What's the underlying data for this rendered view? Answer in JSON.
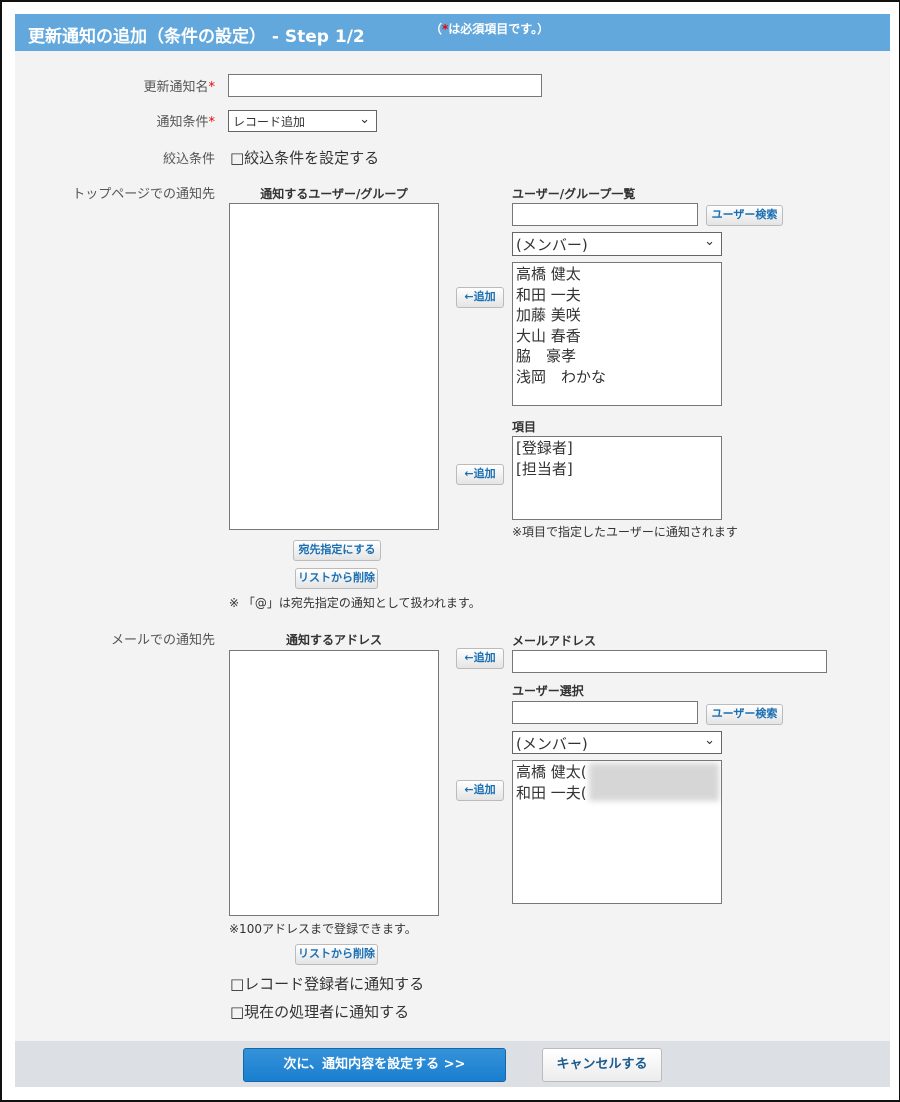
{
  "header": {
    "title": "更新通知の追加（条件の設定） - Step 1/2",
    "required_note_prefix": "（",
    "required_mark": "*",
    "required_note": "は必須項目です。）"
  },
  "form": {
    "name_label": "更新通知名",
    "name_value": "",
    "required_mark": "*",
    "condition_label": "通知条件",
    "condition_value": "レコード追加",
    "filter_label": "絞込条件",
    "filter_checkbox": "□絞込条件を設定する",
    "top": {
      "label": "トップページでの通知先",
      "selected_header": "通知するユーザー/グループ",
      "list_header": "ユーザー/グループ一覧",
      "search_button": "ユーザー検索",
      "group_select": "(メンバー)",
      "add_button": "←追加",
      "users": [
        "高橋 健太",
        "和田 一夫",
        "加藤 美咲",
        "大山 春香",
        "脇　豪孝",
        "浅岡　わかな"
      ],
      "items_header": "項目",
      "items": [
        "[登録者]",
        "[担当者]"
      ],
      "items_note": "※項目で指定したユーザーに通知されます",
      "mention_button": "宛先指定にする",
      "remove_button": "リストから削除",
      "mention_note": "※ 「@」は宛先指定の通知として扱われます。"
    },
    "mail": {
      "label": "メールでの通知先",
      "selected_header": "通知するアドレス",
      "address_header": "メールアドレス",
      "add_button": "←追加",
      "user_select_header": "ユーザー選択",
      "search_button": "ユーザー検索",
      "group_select": "(メンバー)",
      "users": [
        "高橋 健太(",
        "和田 一夫("
      ],
      "limit_note": "※100アドレスまで登録できます。",
      "remove_button": "リストから削除",
      "notify_registrant": "□レコード登録者に通知する",
      "notify_assignee": "□現在の処理者に通知する"
    }
  },
  "footer": {
    "next_button": "次に、通知内容を設定する >>",
    "cancel_button": "キャンセルする"
  }
}
